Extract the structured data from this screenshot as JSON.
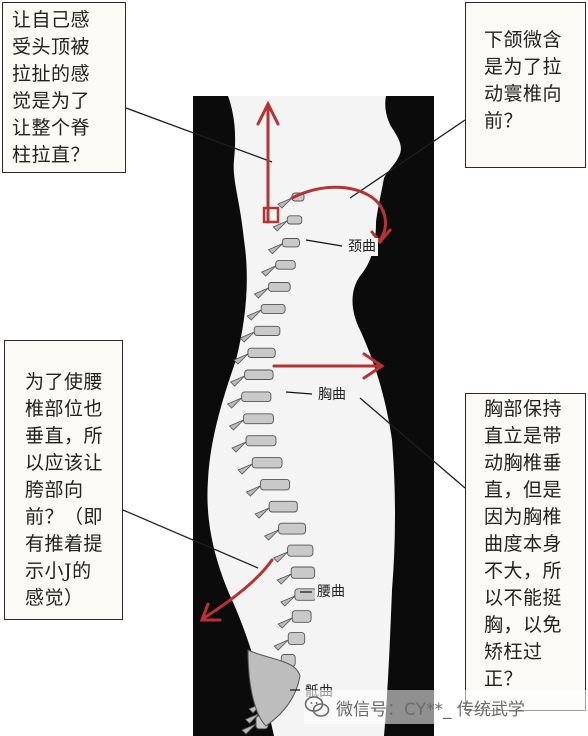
{
  "annotations": {
    "top_left": "让自己感\n受头顶被\n拉扯的感\n觉是为了\n让整个脊\n柱拉直？",
    "top_right": "下颌微含\n是为了拉\n动寰椎向\n前？",
    "middle_left": "为了使腰\n椎部位也\n垂直，所\n以应该让\n胯部向\n前？（即\n有推着提\n示小J的\n感觉）",
    "bottom_right": "胸部保持\n直立是带\n动胸椎垂\n直，但是\n因为胸椎\n曲度本身\n不大，所\n以不能挺\n胸，以免\n矫枉过\n正？"
  },
  "labels": {
    "neck": "颈曲",
    "thoracic": "胸曲",
    "lumbar": "腰曲",
    "sacral": "骶曲"
  },
  "watermark": {
    "text": "微信号：CY**_  传统武学",
    "icon": "wechat-icon"
  },
  "colors": {
    "arrow": "#b83232",
    "silhouette": "#0b0b0b",
    "bone": "#c9c9c9"
  }
}
